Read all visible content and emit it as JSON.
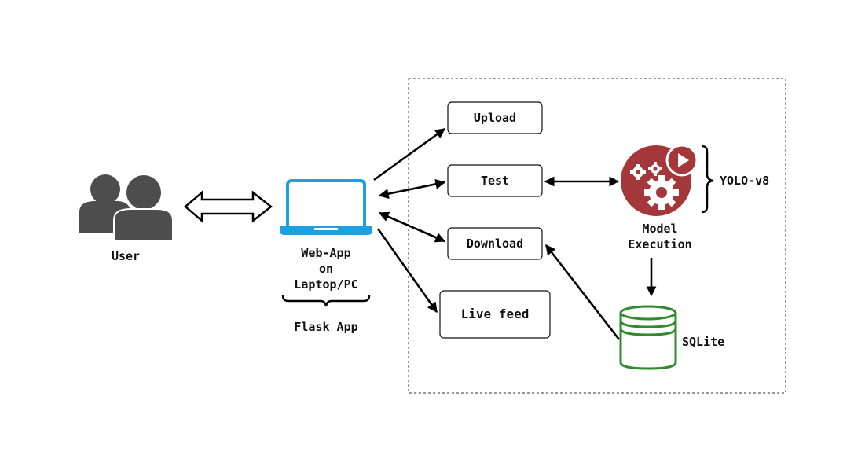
{
  "user": {
    "label": "User"
  },
  "webapp": {
    "line1": "Web-App",
    "line2": "on",
    "line3": "Laptop/PC",
    "framework": "Flask App"
  },
  "actions": {
    "upload": "Upload",
    "test": "Test",
    "download": "Download",
    "live_feed": "Live feed"
  },
  "model": {
    "line1": "Model",
    "line2": "Execution",
    "name": "YOLO-v8"
  },
  "database": {
    "label": "SQLite"
  },
  "colors": {
    "user_icon": "#4d4d4d",
    "laptop": "#1ba1e2",
    "model": "#a4373a",
    "database": "#2e8b2e"
  }
}
